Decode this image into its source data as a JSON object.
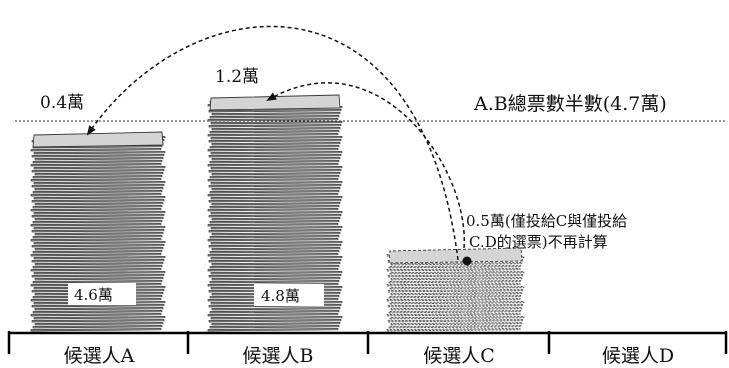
{
  "threshold_label": "A.B總票數半數(4.7萬)",
  "candidates": [
    {
      "label": "候選人A",
      "stack_label": "4.6萬",
      "transfer_label": "0.4萬"
    },
    {
      "label": "候選人B",
      "stack_label": "4.8萬",
      "transfer_label": "1.2萬"
    },
    {
      "label": "候選人C",
      "note_line1": "0.5萬(僅投給C與僅投給",
      "note_line2": "C.D的選票)不再計算"
    },
    {
      "label": "候選人D"
    }
  ],
  "colors": {
    "stack_fill": "#9a9a9a",
    "stack_line": "#3a3a3a",
    "top_sheet": "#d4d4d4",
    "text": "#111111"
  }
}
